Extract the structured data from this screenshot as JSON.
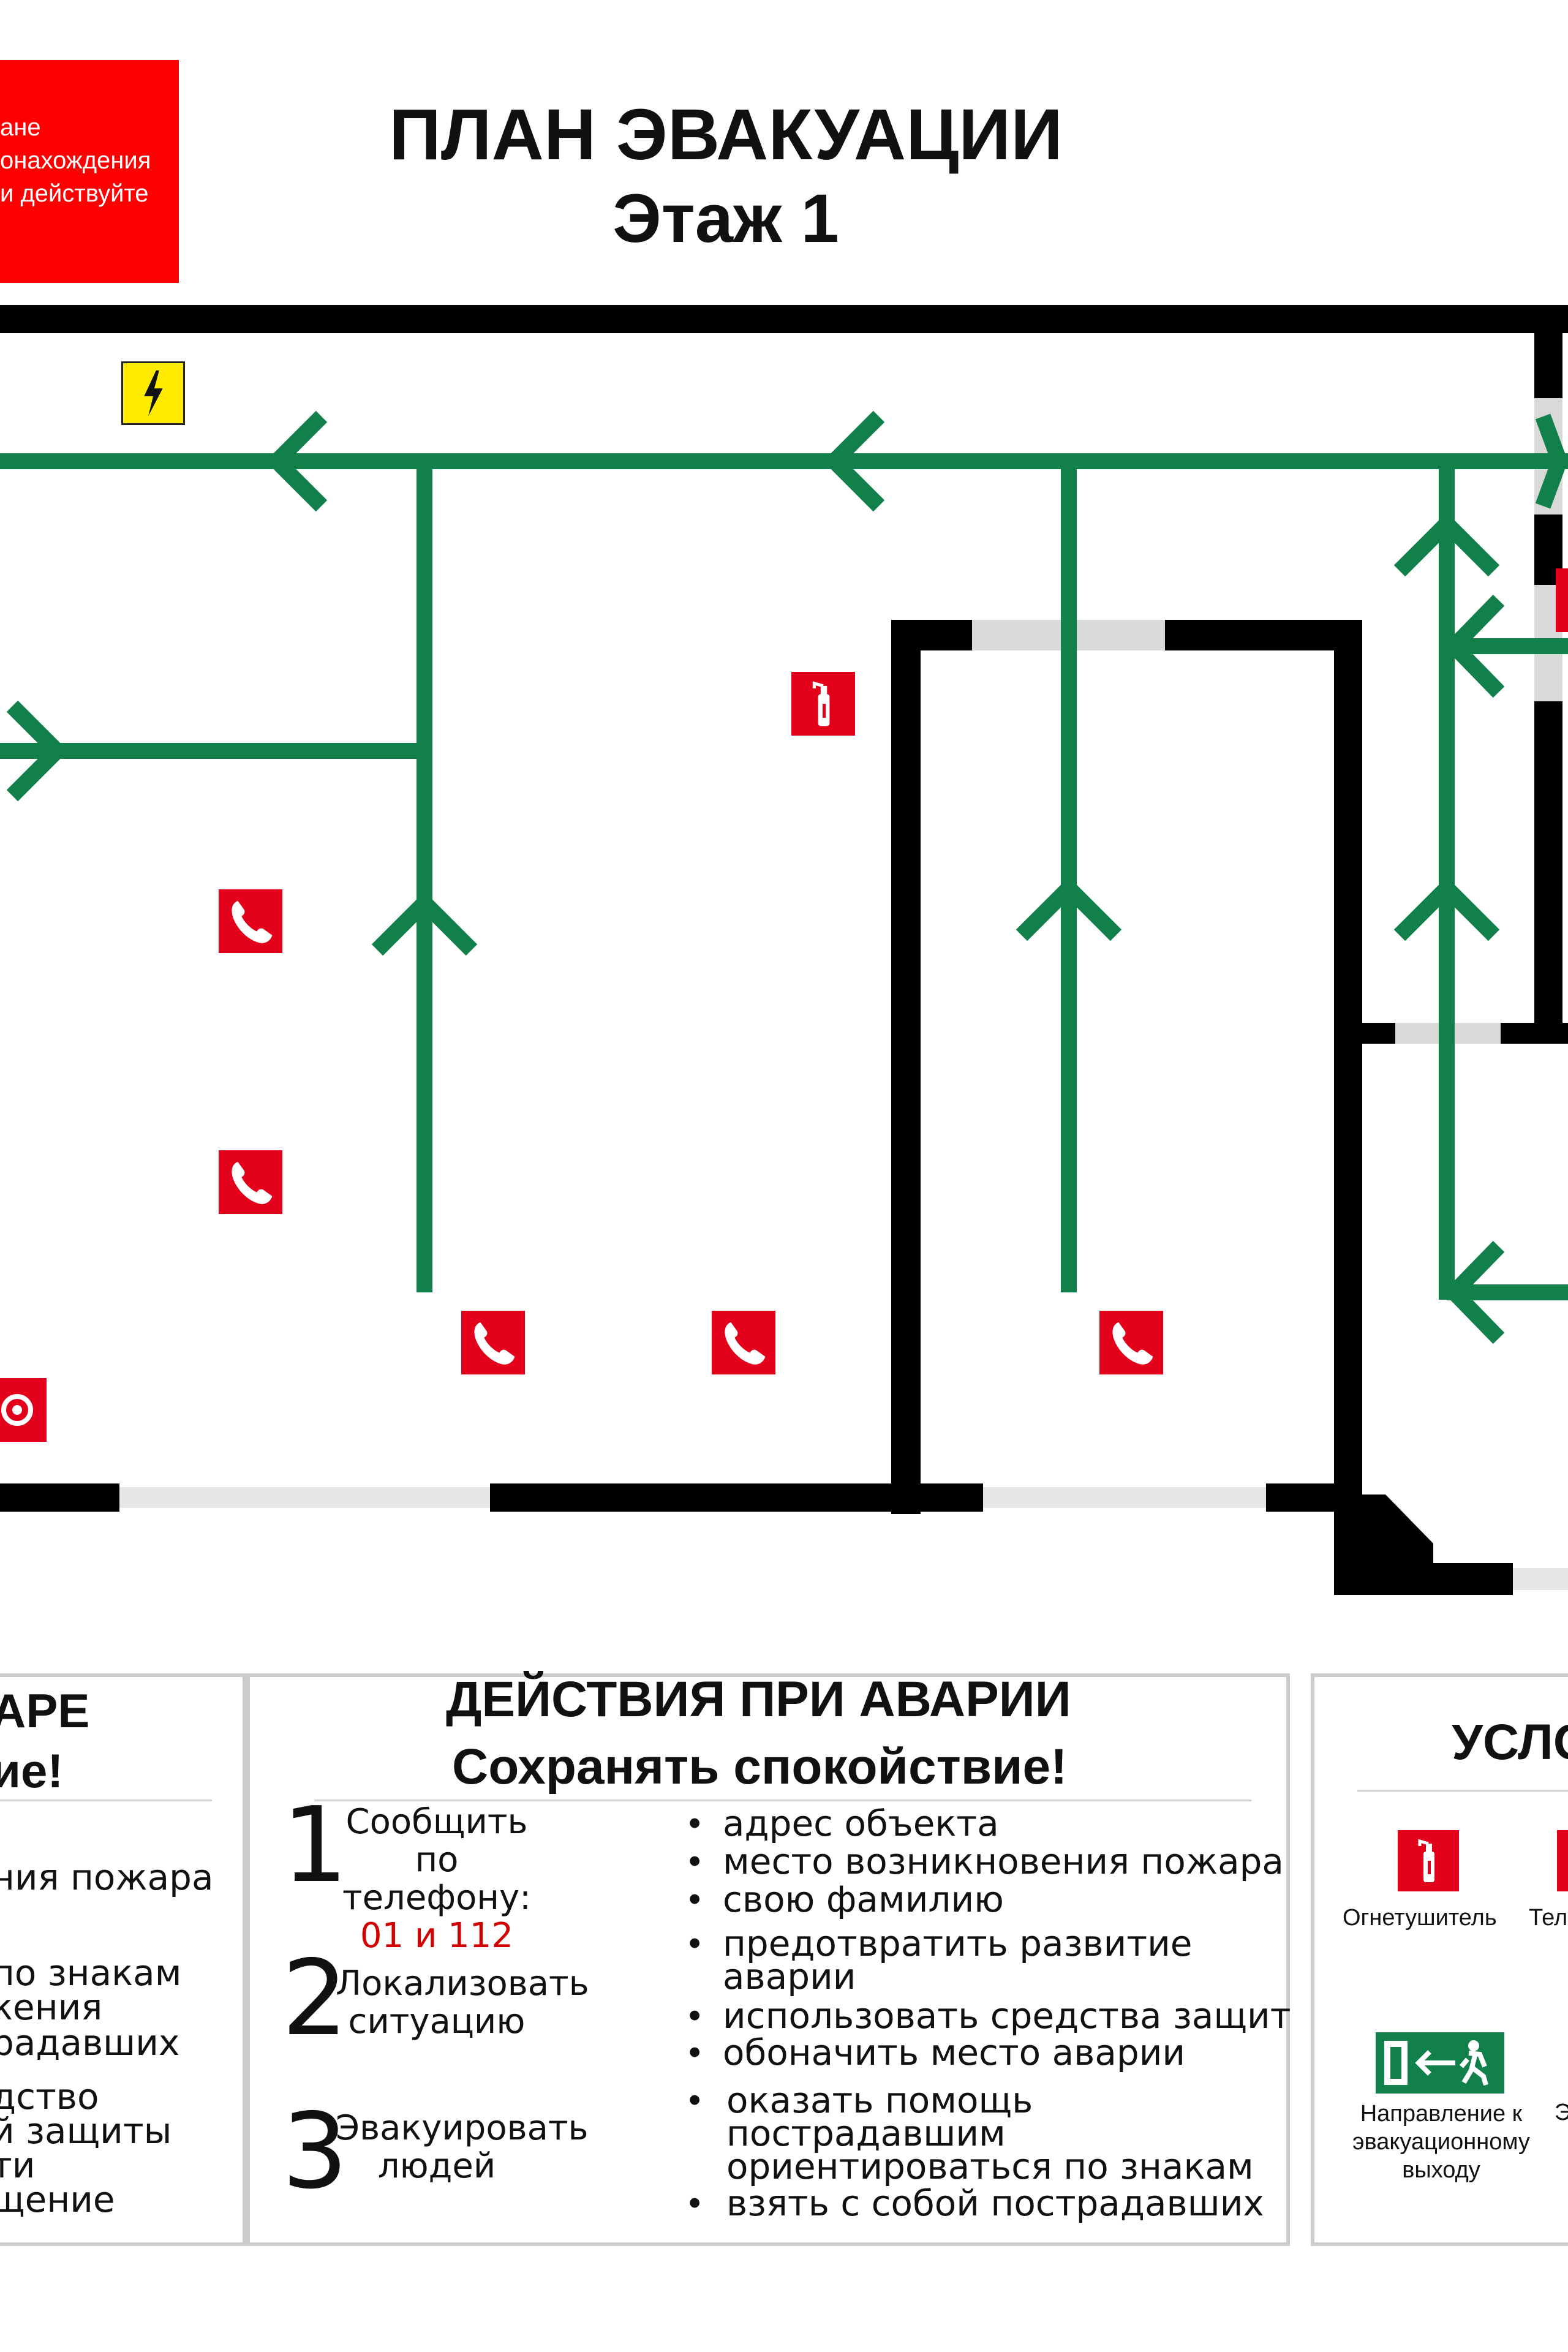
{
  "notice": {
    "lines": [
      "ане",
      "онахождения",
      "и действуйте"
    ]
  },
  "title": {
    "line1": "ПЛАН ЭВАКУАЦИИ",
    "line2": "Этаж 1"
  },
  "left_panel": {
    "heading": [
      "АРЕ",
      "ие!"
    ],
    "lines": [
      "ния пожара",
      "по знакам",
      "кения",
      "радавших",
      "дство",
      "й защиты",
      "ти",
      "щение"
    ]
  },
  "accident_panel": {
    "heading1": "ДЕЙСТВИЯ ПРИ АВАРИИ",
    "heading2": "Сохранять спокойствие!",
    "steps": [
      {
        "num": "1",
        "line1": "Сообщить по",
        "line2": "телефону:",
        "line3": "01 и 112"
      },
      {
        "num": "2",
        "line1": "Локализовать",
        "line2": "ситуацию"
      },
      {
        "num": "3",
        "line1": "Эвакуировать",
        "line2": "людей"
      }
    ],
    "bullets": [
      "адрес объекта",
      "место возникновения пожара",
      "свою фамилию",
      "предотвратить развитие",
      "аварии",
      "использовать средства защит",
      "обоначить место аварии",
      "оказать помощь",
      "пострадавшим",
      "ориентироваться по знакам",
      "взять с собой пострадавших"
    ]
  },
  "legend_panel": {
    "heading": "УСЛО",
    "items": {
      "extinguisher": "Огнетушитель",
      "phone": "Тел",
      "exit_line1": "Направление к",
      "exit_line2": "эвакуационному",
      "exit_line3": "выходу",
      "extra": "Э"
    }
  },
  "colors": {
    "route": "#12804a",
    "sign": "#e3001b",
    "wall": "#000000",
    "high_voltage": "#ffeb00",
    "notice": "#ff0000"
  }
}
